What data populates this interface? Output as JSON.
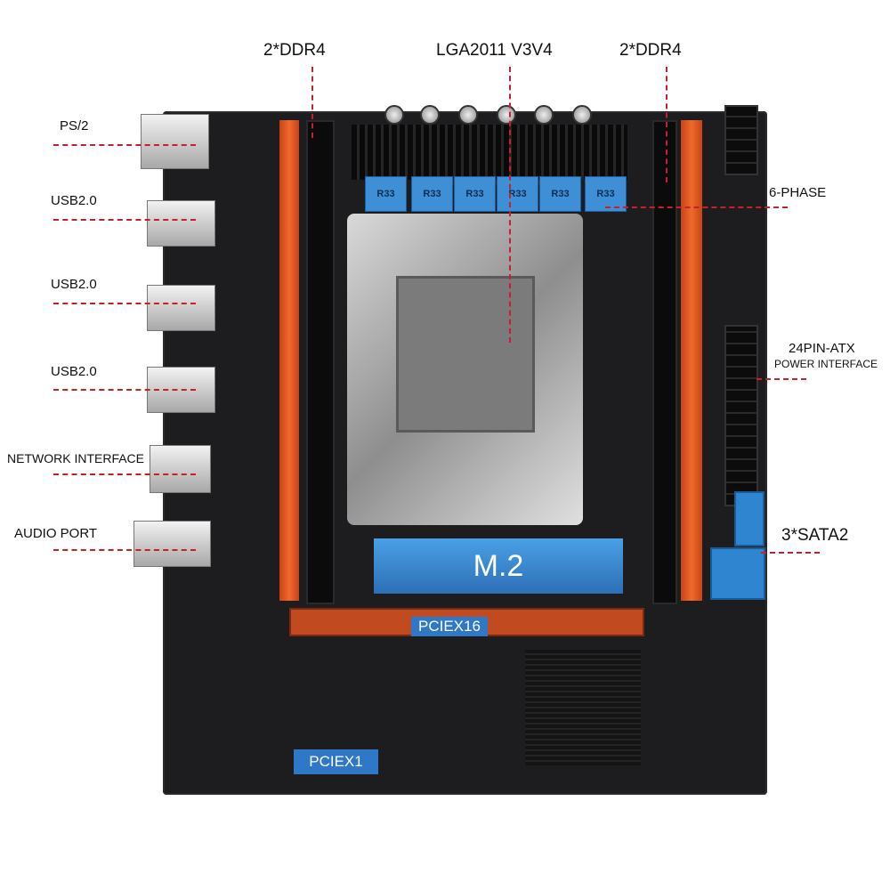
{
  "labels": {
    "ps2": "PS/2",
    "usb_1": "USB2.0",
    "usb_2": "USB2.0",
    "usb_3": "USB2.0",
    "network": "NETWORK INTERFACE",
    "audio": "AUDIO PORT",
    "ddr4_left": "2*DDR4",
    "cpu_socket": "LGA2011 V3V4",
    "ddr4_right": "2*DDR4",
    "phase": "6-PHASE",
    "atx_line1": "24PIN-ATX",
    "atx_line2": "POWER INTERFACE",
    "sata": "3*SATA2",
    "m2": "M.2",
    "pciex16": "PCIEX16",
    "pciex1": "PCIEX1"
  },
  "choke_marking": "R33",
  "colors": {
    "callout": "#c8202a",
    "accent_blue": "#2f78c8",
    "dimm_orange": "#f06a2c",
    "board": "#1d1d1f"
  }
}
